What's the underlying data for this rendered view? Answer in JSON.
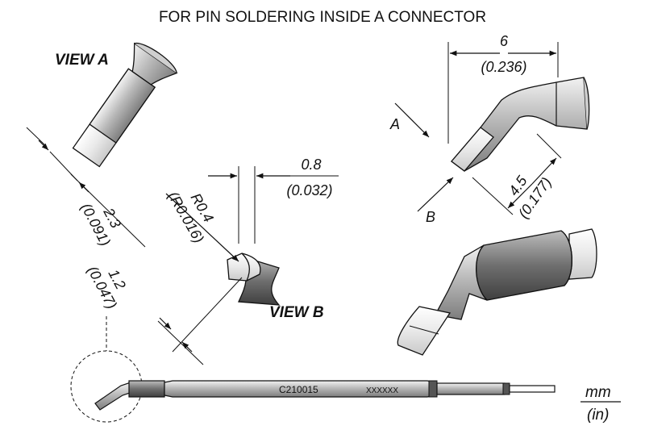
{
  "title": "FOR PIN SOLDERING INSIDE A CONNECTOR",
  "view_a_label": "VIEW A",
  "view_b_label": "VIEW B",
  "arrow_a": "A",
  "arrow_b": "B",
  "dimensions": {
    "width_mm": "6",
    "width_in": "(0.236)",
    "length_mm": "4.5",
    "length_in": "(0.177)",
    "tip_mm": "0.8",
    "tip_in": "(0.032)",
    "radius_mm": "R0.4",
    "radius_in": "(R0.016)",
    "blade_mm": "2.3",
    "blade_in": "(0.091)",
    "thick_mm": "1.2",
    "thick_in": "(0.047)"
  },
  "cartridge": {
    "part_number": "C210015",
    "serial": "XXXXXX"
  },
  "units": {
    "top": "mm",
    "bottom": "(in)"
  }
}
